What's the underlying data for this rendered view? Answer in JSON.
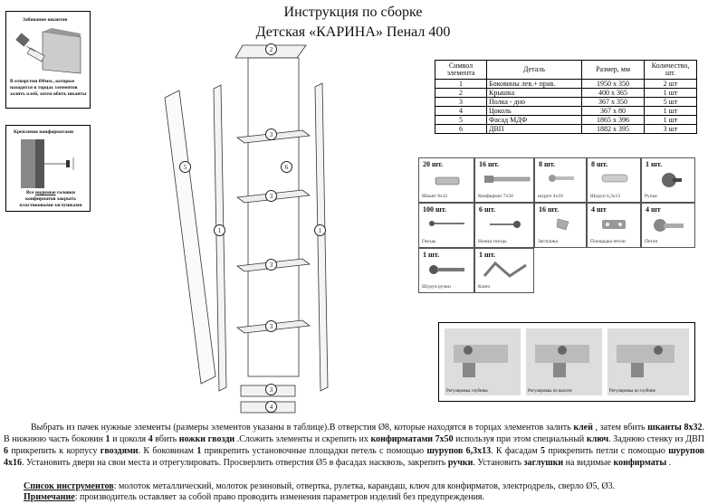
{
  "header": {
    "title_line1": "Инструкция по сборке",
    "title_line2": "Детская  «КАРИНА»  Пенал 400"
  },
  "callout_dowels": {
    "title": "Забивание шкантов",
    "text": "В отверстия Ø8мм., которые находятся в торцах элементов залить клей, затем вбить шканты"
  },
  "callout_confirmat": {
    "title": "Крепление конфирматами",
    "text_prefix": "Все ",
    "text_underlined": "видимые",
    "text_suffix": " головки конфирматов закрыть пластиковыми заглушками"
  },
  "parts_table": {
    "headers": [
      "Символ элемента",
      "Деталь",
      "Размер, мм",
      "Количество, шт."
    ],
    "rows": [
      [
        "1",
        "Боковины  лев.+ прав.",
        "1950 x 350",
        "2 шт"
      ],
      [
        "2",
        "Крышка",
        "400 x 365",
        "1 шт"
      ],
      [
        "3",
        "Полка - дно",
        "367 x 350",
        "5 шт"
      ],
      [
        "4",
        "Цоколь",
        "367 x 80",
        "1 шт"
      ],
      [
        "5",
        "Фасад  МДФ",
        "1865 x 396",
        "1 шт"
      ],
      [
        "6",
        "ДВП",
        "1882 x 395",
        "3 шт"
      ]
    ]
  },
  "hardware": [
    {
      "count": "20 шт.",
      "name": "Шкант 8x32"
    },
    {
      "count": "16 шт.",
      "name": "Конфирмат 7x50"
    },
    {
      "count": "8 шт.",
      "name": "шуруп     4x16"
    },
    {
      "count": "8 шт.",
      "name": "Шуруп 6,3x13"
    },
    {
      "count": "1 шт.",
      "name": "Ручка"
    },
    {
      "count": "100 шт.",
      "name": "Гвоздь"
    },
    {
      "count": "6 шт.",
      "name": "Ножка гвоздь"
    },
    {
      "count": "16 шт.",
      "name": "Заглушка"
    },
    {
      "count": "4 шт",
      "name": "Площадка петли"
    },
    {
      "count": "4 шт",
      "name": "Петля"
    },
    {
      "count": "1 шт.",
      "name": "Шуруп  ручки"
    },
    {
      "count": "1 шт.",
      "name": "Ключ"
    }
  ],
  "hinge_adjust": {
    "captions": [
      "Регулировка глубины",
      "Регулировка по высоте",
      "Регулировка по глубине"
    ]
  },
  "diagram_labels": [
    "1",
    "1",
    "2",
    "3",
    "3",
    "3",
    "3",
    "3",
    "4",
    "5",
    "6"
  ],
  "instructions": {
    "p1_a": "Выбрать из пачек нужные элементы (размеры элементов указаны в таблице).В отверстия Ø8, которые находятся в торцах элементов залить ",
    "p1_b": "клей",
    "p1_c": " , затем вбить ",
    "p1_d": "шканты 8x32",
    "p1_e": ". В нижнюю часть боковин ",
    "p1_f": "1",
    "p1_g": " и цоколя ",
    "p1_h": "4",
    "p1_i": " вбить ",
    "p1_j": "ножки гвозди",
    "p1_k": " .Сложить элементы и скрепить их ",
    "p1_l": "конфирматами 7x50",
    "p1_m": " используя при этом специальный ",
    "p1_n": "ключ",
    "p1_o": ". Заднюю стенку из ДВП ",
    "p1_p": "6",
    "p1_q": " прикрепить к корпусу ",
    "p1_r": "гвоздями",
    "p1_s": ". К боковинам ",
    "p1_t": "1",
    "p1_u": " прикрепить установочные площадки петель с помощью ",
    "p1_v": "шурупов 6,3x13",
    "p1_w": ". К фасадам ",
    "p1_x": "5",
    "p1_y": " прикрепить петли  с помощью ",
    "p1_z": "шурупов 4x16",
    "p1_z2": ". Установить двери на свои места и отрегулировать. Просверлить отверстия Ø5 в фасадах насквозь, закрепить ",
    "p1_z3": "ручки",
    "p1_z4": ". Установить ",
    "p1_z5": "заглушки",
    "p1_z6": "  на видимые ",
    "p1_z7": "конфирматы",
    "p1_z8": " .",
    "tools_label": "Список инструментов",
    "tools_text": ": молоток металлический, молоток резиновый, отвертка, рулетка, карандаш, ключ для конфирматов, электродрель, сверло Ø5, Ø3.",
    "note_label": "Примечание",
    "note_text": ": производитель оставляет за собой право проводить изменения параметров изделий без предупреждения."
  }
}
